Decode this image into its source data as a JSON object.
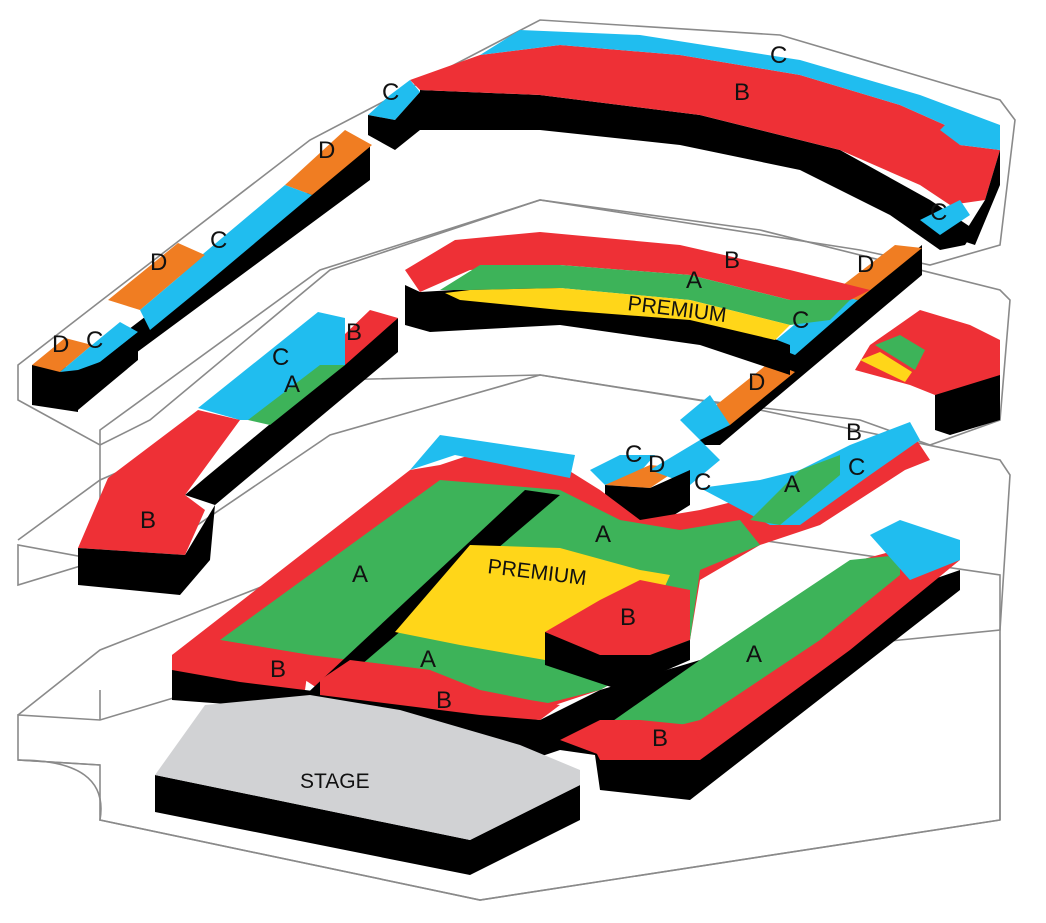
{
  "colors": {
    "premium": "#FFD619",
    "A": "#3DB359",
    "B": "#EE3036",
    "C": "#20BDEF",
    "D": "#F07D22",
    "stage": "#D1D2D4",
    "side": "#000000",
    "outline": "#8A8A8A"
  },
  "labels": {
    "stage": "STAGE",
    "premium": "PREMIUM",
    "a": "A",
    "b": "B",
    "c": "C",
    "d": "D"
  }
}
